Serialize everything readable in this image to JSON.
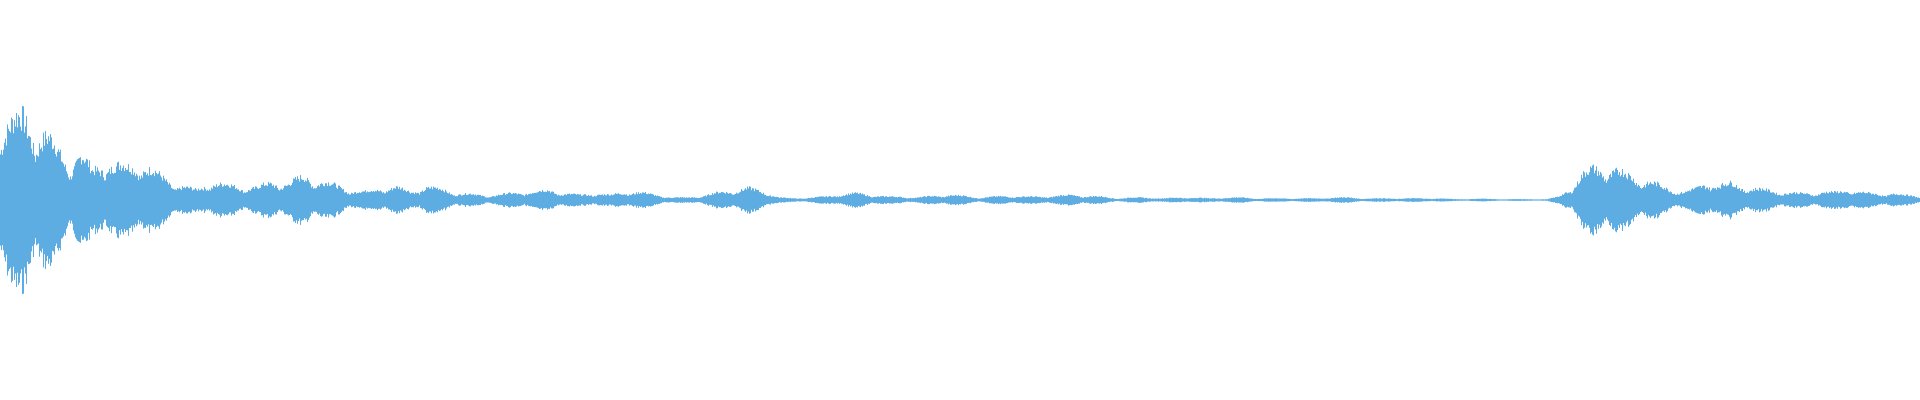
{
  "waveform": {
    "color": "#5dade2",
    "background": "#ffffff",
    "amplitude_scale": 1.0,
    "envelope": [
      [
        0.0,
        0.98
      ],
      [
        0.006,
        0.95
      ],
      [
        0.012,
        1.0
      ],
      [
        0.018,
        0.9
      ],
      [
        0.024,
        0.78
      ],
      [
        0.03,
        0.6
      ],
      [
        0.036,
        0.45
      ],
      [
        0.042,
        0.55
      ],
      [
        0.048,
        0.35
      ],
      [
        0.054,
        0.48
      ],
      [
        0.06,
        0.42
      ],
      [
        0.066,
        0.4
      ],
      [
        0.072,
        0.46
      ],
      [
        0.078,
        0.38
      ],
      [
        0.084,
        0.28
      ],
      [
        0.09,
        0.2
      ],
      [
        0.096,
        0.16
      ],
      [
        0.102,
        0.12
      ],
      [
        0.11,
        0.22
      ],
      [
        0.118,
        0.18
      ],
      [
        0.126,
        0.16
      ],
      [
        0.134,
        0.15
      ],
      [
        0.142,
        0.22
      ],
      [
        0.15,
        0.2
      ],
      [
        0.158,
        0.28
      ],
      [
        0.166,
        0.24
      ],
      [
        0.174,
        0.18
      ],
      [
        0.182,
        0.12
      ],
      [
        0.19,
        0.1
      ],
      [
        0.198,
        0.14
      ],
      [
        0.206,
        0.16
      ],
      [
        0.214,
        0.1
      ],
      [
        0.222,
        0.16
      ],
      [
        0.23,
        0.13
      ],
      [
        0.238,
        0.08
      ],
      [
        0.246,
        0.07
      ],
      [
        0.254,
        0.05
      ],
      [
        0.262,
        0.07
      ],
      [
        0.27,
        0.09
      ],
      [
        0.278,
        0.1
      ],
      [
        0.286,
        0.12
      ],
      [
        0.294,
        0.08
      ],
      [
        0.302,
        0.06
      ],
      [
        0.31,
        0.08
      ],
      [
        0.318,
        0.06
      ],
      [
        0.326,
        0.1
      ],
      [
        0.334,
        0.09
      ],
      [
        0.342,
        0.06
      ],
      [
        0.35,
        0.03
      ],
      [
        0.358,
        0.03
      ],
      [
        0.366,
        0.05
      ],
      [
        0.374,
        0.09
      ],
      [
        0.382,
        0.12
      ],
      [
        0.39,
        0.14
      ],
      [
        0.398,
        0.1
      ],
      [
        0.406,
        0.03
      ],
      [
        0.414,
        0.02
      ],
      [
        0.422,
        0.03
      ],
      [
        0.43,
        0.04
      ],
      [
        0.438,
        0.07
      ],
      [
        0.446,
        0.08
      ],
      [
        0.454,
        0.06
      ],
      [
        0.462,
        0.04
      ],
      [
        0.47,
        0.04
      ],
      [
        0.478,
        0.03
      ],
      [
        0.486,
        0.05
      ],
      [
        0.494,
        0.06
      ],
      [
        0.502,
        0.05
      ],
      [
        0.51,
        0.03
      ],
      [
        0.518,
        0.04
      ],
      [
        0.526,
        0.05
      ],
      [
        0.534,
        0.04
      ],
      [
        0.542,
        0.04
      ],
      [
        0.55,
        0.05
      ],
      [
        0.558,
        0.06
      ],
      [
        0.566,
        0.05
      ],
      [
        0.574,
        0.04
      ],
      [
        0.582,
        0.02
      ],
      [
        0.59,
        0.03
      ],
      [
        0.598,
        0.03
      ],
      [
        0.606,
        0.02
      ],
      [
        0.614,
        0.03
      ],
      [
        0.622,
        0.03
      ],
      [
        0.63,
        0.02
      ],
      [
        0.638,
        0.03
      ],
      [
        0.646,
        0.03
      ],
      [
        0.654,
        0.02
      ],
      [
        0.662,
        0.02
      ],
      [
        0.67,
        0.02
      ],
      [
        0.678,
        0.02
      ],
      [
        0.686,
        0.02
      ],
      [
        0.694,
        0.03
      ],
      [
        0.702,
        0.03
      ],
      [
        0.71,
        0.02
      ],
      [
        0.718,
        0.02
      ],
      [
        0.726,
        0.02
      ],
      [
        0.734,
        0.02
      ],
      [
        0.742,
        0.02
      ],
      [
        0.75,
        0.02
      ],
      [
        0.758,
        0.01
      ],
      [
        0.766,
        0.015
      ],
      [
        0.774,
        0.015
      ],
      [
        0.782,
        0.01
      ],
      [
        0.79,
        0.01
      ],
      [
        0.798,
        0.01
      ],
      [
        0.806,
        0.01
      ],
      [
        0.812,
        0.04
      ],
      [
        0.818,
        0.14
      ],
      [
        0.824,
        0.3
      ],
      [
        0.83,
        0.38
      ],
      [
        0.836,
        0.4
      ],
      [
        0.842,
        0.36
      ],
      [
        0.848,
        0.3
      ],
      [
        0.854,
        0.26
      ],
      [
        0.86,
        0.22
      ],
      [
        0.866,
        0.16
      ],
      [
        0.872,
        0.12
      ],
      [
        0.878,
        0.1
      ],
      [
        0.884,
        0.14
      ],
      [
        0.89,
        0.22
      ],
      [
        0.896,
        0.18
      ],
      [
        0.902,
        0.2
      ],
      [
        0.908,
        0.16
      ],
      [
        0.914,
        0.14
      ],
      [
        0.92,
        0.12
      ],
      [
        0.926,
        0.1
      ],
      [
        0.932,
        0.09
      ],
      [
        0.938,
        0.08
      ],
      [
        0.944,
        0.08
      ],
      [
        0.95,
        0.1
      ],
      [
        0.956,
        0.09
      ],
      [
        0.962,
        0.12
      ],
      [
        0.968,
        0.1
      ],
      [
        0.974,
        0.08
      ],
      [
        0.98,
        0.07
      ],
      [
        0.986,
        0.08
      ],
      [
        0.992,
        0.06
      ],
      [
        0.998,
        0.05
      ],
      [
        1.0,
        0.04
      ]
    ]
  }
}
